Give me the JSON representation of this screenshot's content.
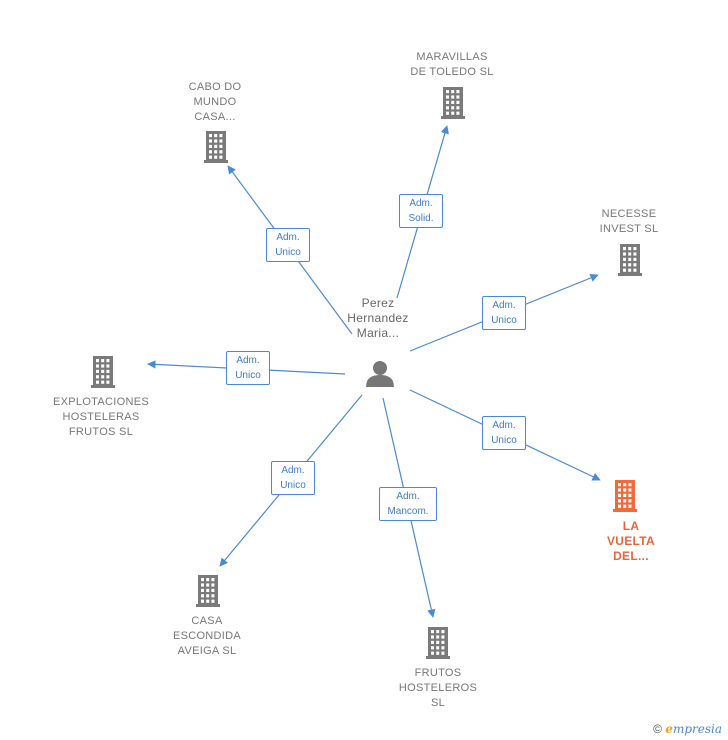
{
  "center": {
    "label": "Perez\nHernandez\nMaria..."
  },
  "nodes": [
    {
      "id": "maravillas",
      "label": "MARAVILLAS\nDE TOLEDO  SL",
      "color": "#7a7a7a"
    },
    {
      "id": "cabo",
      "label": "CABO DO\nMUNDO\nCASA...",
      "color": "#7a7a7a"
    },
    {
      "id": "necesse",
      "label": "NECESSE\nINVEST  SL",
      "color": "#7a7a7a"
    },
    {
      "id": "explotaciones",
      "label": "EXPLOTACIONES\nHOSTELERAS\nFRUTOS  SL",
      "color": "#7a7a7a"
    },
    {
      "id": "lavuelta",
      "label": "LA\nVUELTA\nDEL...",
      "color": "#f26a3a"
    },
    {
      "id": "casa",
      "label": "CASA\nESCONDIDA\nAVEIGA  SL",
      "color": "#7a7a7a"
    },
    {
      "id": "frutos",
      "label": "FRUTOS\nHOSTELEROS\nSL",
      "color": "#7a7a7a"
    }
  ],
  "edges": [
    {
      "to": "maravillas",
      "label": "Adm.\nSolid."
    },
    {
      "to": "cabo",
      "label": "Adm.\nUnico"
    },
    {
      "to": "necesse",
      "label": "Adm.\nUnico"
    },
    {
      "to": "explotaciones",
      "label": "Adm.\nUnico"
    },
    {
      "to": "lavuelta",
      "label": "Adm.\nUnico"
    },
    {
      "to": "casa",
      "label": "Adm.\nUnico"
    },
    {
      "to": "frutos",
      "label": "Adm.\nMancom."
    }
  ],
  "colors": {
    "edge": "#4a8ad4",
    "person_icon": "#777777"
  },
  "footer": {
    "copyright": "©",
    "brand_first": "e",
    "brand_rest": "mpresia"
  }
}
